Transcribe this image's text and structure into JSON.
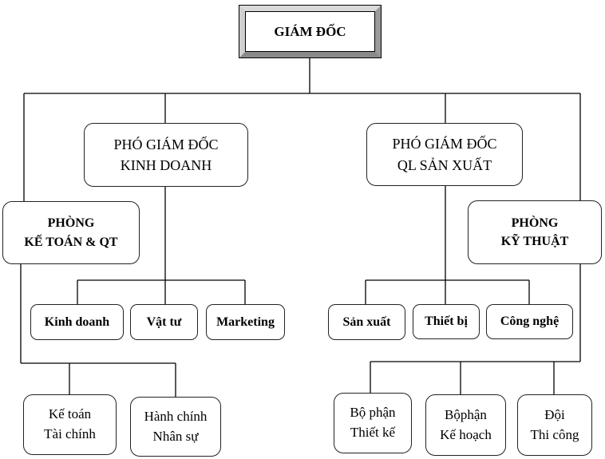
{
  "ceo": {
    "label": "GIÁM ĐỐC"
  },
  "vp_business": {
    "line1": "PHÓ GIÁM ĐỐC",
    "line2": "KINH DOANH"
  },
  "vp_production": {
    "line1": "PHÓ GIÁM ĐỐC",
    "line2": "QL SẢN XUẤT"
  },
  "dept_accounting": {
    "line1": "PHÒNG",
    "line2": "KẾ TOÁN & QT"
  },
  "dept_technical": {
    "line1": "PHÒNG",
    "line2": "KỸ THUẬT"
  },
  "business_units": [
    "Kinh doanh",
    "Vật tư",
    "Marketing"
  ],
  "production_units": [
    "Sản xuất",
    "Thiết bị",
    "Công nghệ"
  ],
  "accounting_units": [
    {
      "line1": "Kế toán",
      "line2": "Tài chính"
    },
    {
      "line1": "Hành chính",
      "line2": "Nhân sự"
    }
  ],
  "technical_units": [
    {
      "line1": "Bộ phận",
      "line2": "Thiết kế"
    },
    {
      "line1": "Bộphận",
      "line2": "Kế hoạch"
    },
    {
      "line1": "Đội",
      "line2": "Thi công"
    }
  ]
}
